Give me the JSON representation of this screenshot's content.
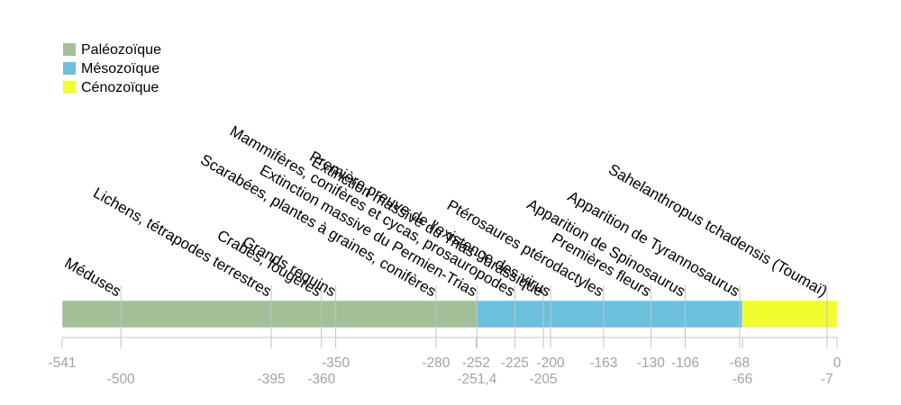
{
  "chart_data": {
    "type": "timeline",
    "xlim": [
      -541,
      0
    ],
    "eras": [
      {
        "name": "Paléozoïque",
        "start": -541,
        "end": -251.4,
        "color": "#a3bf98"
      },
      {
        "name": "Mésozoïque",
        "start": -251.4,
        "end": -66,
        "color": "#6cc0dd"
      },
      {
        "name": "Cénozoïque",
        "start": -66,
        "end": 0,
        "color": "#f1fd2c"
      }
    ],
    "events": [
      {
        "x": -500,
        "label": "Méduses"
      },
      {
        "x": -395,
        "label": "Lichens, tétrapodes terrestres"
      },
      {
        "x": -360,
        "label": "Crabes, fougères"
      },
      {
        "x": -350,
        "label": "Grands requins"
      },
      {
        "x": -280,
        "label": "Scarabées, plantes à graines, conifères"
      },
      {
        "x": -251.4,
        "label": "Extinction massive du Permien-Trias"
      },
      {
        "x": -225,
        "label": "Mammifères, conifères et cycas, prosauropodes"
      },
      {
        "x": -205,
        "label": "Extinction massive du Trias-Jurassique"
      },
      {
        "x": -200,
        "label": "Première preuve de l'existence des virus"
      },
      {
        "x": -163,
        "label": "Ptérosaures ptérodactyles"
      },
      {
        "x": -130,
        "label": "Premières fleurs"
      },
      {
        "x": -106,
        "label": "Apparition de Spinosaurus"
      },
      {
        "x": -68,
        "label": "Apparition de Tyrannosaurus"
      },
      {
        "x": -7,
        "label": "Sahelanthropus tchadensis (Toumaï)"
      }
    ],
    "ticks_upper": [
      {
        "value": -541,
        "label": "-541"
      },
      {
        "value": -350,
        "label": "-350"
      },
      {
        "value": -280,
        "label": "-280"
      },
      {
        "value": -252,
        "label": "-252"
      },
      {
        "value": -225,
        "label": "-225"
      },
      {
        "value": -200,
        "label": "-200"
      },
      {
        "value": -163,
        "label": "-163"
      },
      {
        "value": -130,
        "label": "-130"
      },
      {
        "value": -106,
        "label": "-106"
      },
      {
        "value": -68,
        "label": "-68"
      },
      {
        "value": 0,
        "label": "0"
      }
    ],
    "ticks_lower": [
      {
        "value": -500,
        "label": "-500"
      },
      {
        "value": -395,
        "label": "-395"
      },
      {
        "value": -360,
        "label": "-360"
      },
      {
        "value": -251.4,
        "label": "-251,4"
      },
      {
        "value": -205,
        "label": "-205"
      },
      {
        "value": -66,
        "label": "-66"
      },
      {
        "value": -7,
        "label": "-7"
      }
    ],
    "legend": {
      "position": "top-left"
    },
    "colors": {
      "event_line": "#c4c4c4",
      "axis": "#c4c4c4",
      "tick_text": "#a3a3a3",
      "label_text": "#000000"
    }
  }
}
